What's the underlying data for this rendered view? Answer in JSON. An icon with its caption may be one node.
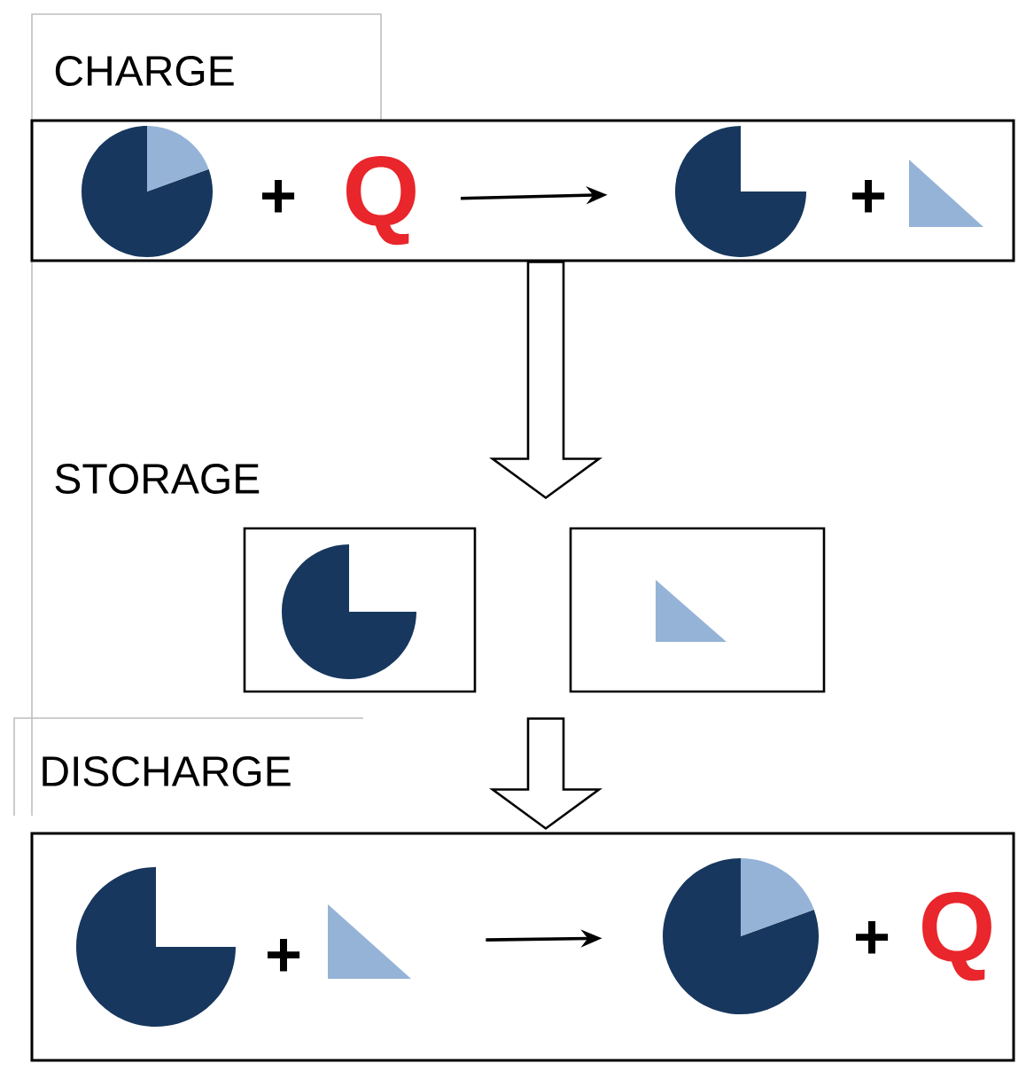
{
  "diagram": {
    "nodes": [
      {
        "text": [
          "CHARGE"
        ]
      },
      {
        "text": [],
        "shape": "circle",
        "in": 0
      },
      {
        "text": [
          "Q"
        ],
        "in": 0
      },
      {
        "text": [],
        "shape": "sector",
        "in": 0
      },
      {
        "text": [],
        "shape": "triangle",
        "in": 0
      },
      {
        "text": [],
        "shape": "box"
      },
      {
        "text": [],
        "shape": "sector",
        "in": 5
      },
      {
        "text": [],
        "shape": "box"
      },
      {
        "text": [],
        "shape": "triangle",
        "in": 7
      },
      {
        "text": [
          "DISCHARGE"
        ]
      },
      {
        "text": [],
        "shape": "sector",
        "in": 9
      },
      {
        "text": [],
        "shape": "triangle",
        "in": 9
      },
      {
        "text": [],
        "shape": "circle",
        "in": 9
      },
      {
        "text": [
          "Q"
        ],
        "in": 9
      }
    ],
    "edges": [
      {
        "from": 0,
        "to": null,
        "arrow": "to"
      },
      {
        "from": null,
        "to": 9,
        "arrow": "to"
      },
      {
        "from": 2,
        "to": 3,
        "arrow": "to"
      },
      {
        "from": 11,
        "to": 12,
        "arrow": "to"
      }
    ],
    "labels": [
      "+",
      "+",
      "STORAGE",
      "+",
      "+"
    ]
  }
}
